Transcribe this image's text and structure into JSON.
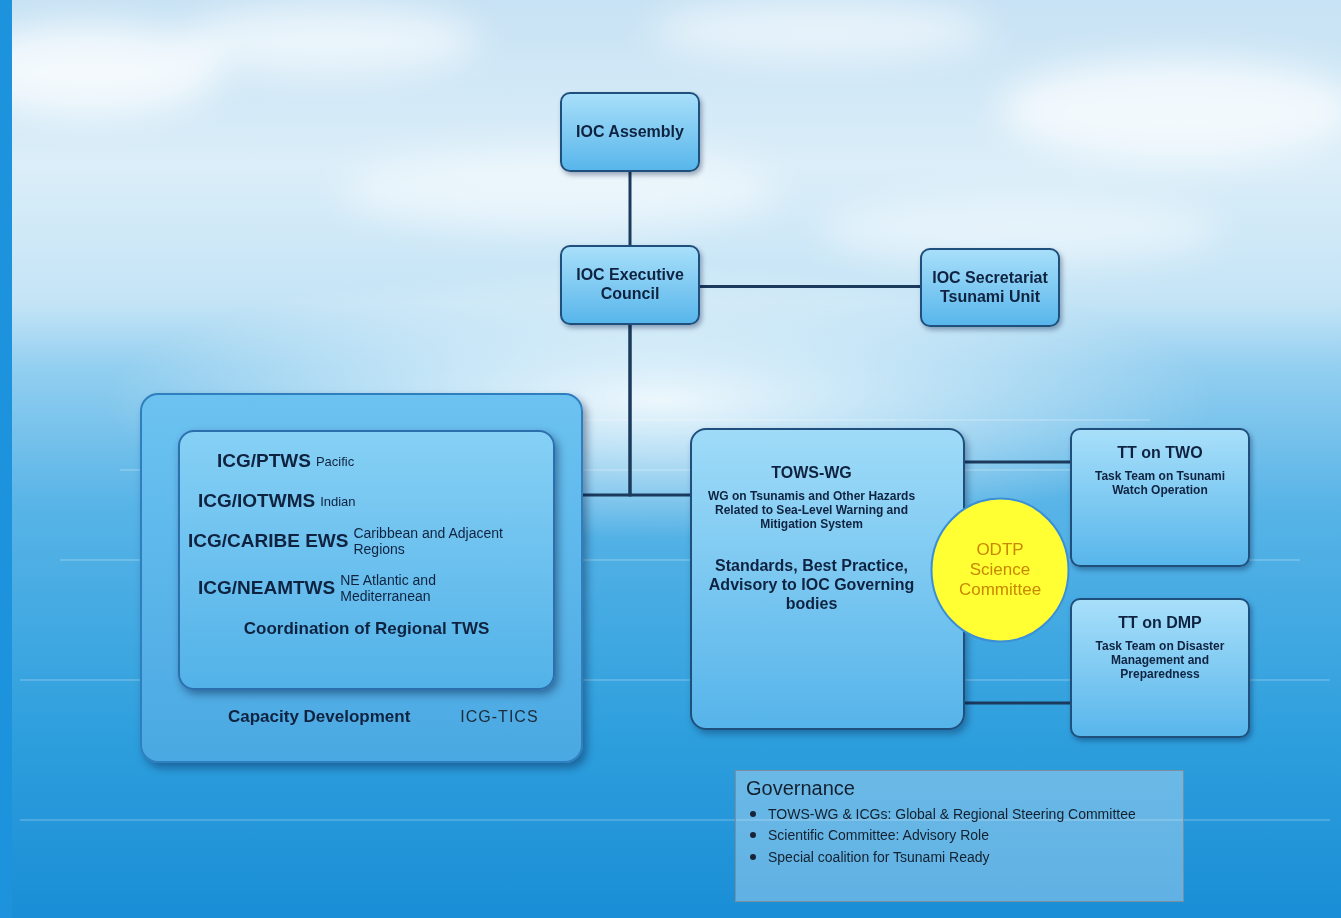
{
  "diagram": {
    "nodes": [
      {
        "text": [
          "IOC Assembly"
        ]
      },
      {
        "text": [
          "IOC Executive Council"
        ]
      },
      {
        "text": [
          "IOC Secretariat Tsunami Unit"
        ]
      },
      {
        "text": [
          "Capacity Development",
          "ICG-TICS"
        ]
      },
      {
        "text": [
          "ICG/PTWS",
          "Pacific",
          "ICG/IOTWMS",
          "Indian",
          "ICG/CARIBE EWS",
          "Caribbean and Adjacent Regions",
          "ICG/NEAMTWS",
          "NE Atlantic and Mediterranean",
          "Coordination of Regional TWS"
        ],
        "in": 3
      },
      {
        "text": [
          "TOWS-WG",
          "WG on Tsunamis and Other Hazards Related to Sea-Level Warning and Mitigation System",
          "Standards, Best Practice, Advisory to IOC Governing bodies"
        ]
      },
      {
        "text": [
          "TT on TWO",
          "Task Team on Tsunami Watch Operation"
        ]
      },
      {
        "text": [
          "ODTP Science Committee"
        ]
      },
      {
        "text": [
          "TT on DMP",
          "Task Team on Disaster Management and Preparedness"
        ]
      },
      {
        "text": [
          "Governance",
          "TOWS-WG & ICGs: Global & Regional Steering Committee",
          "Scientific Committee: Advisory Role",
          "Special coalition for Tsunami Ready"
        ]
      }
    ],
    "edges": [
      {
        "from": 0,
        "to": 1,
        "arrow": "none"
      },
      {
        "from": 1,
        "to": 2,
        "arrow": "none"
      },
      {
        "from": 1,
        "to": 3,
        "arrow": "none"
      },
      {
        "from": 1,
        "to": 5,
        "arrow": "none"
      },
      {
        "from": 5,
        "to": 6,
        "arrow": "none"
      },
      {
        "from": 5,
        "to": 8,
        "arrow": "none"
      }
    ]
  }
}
